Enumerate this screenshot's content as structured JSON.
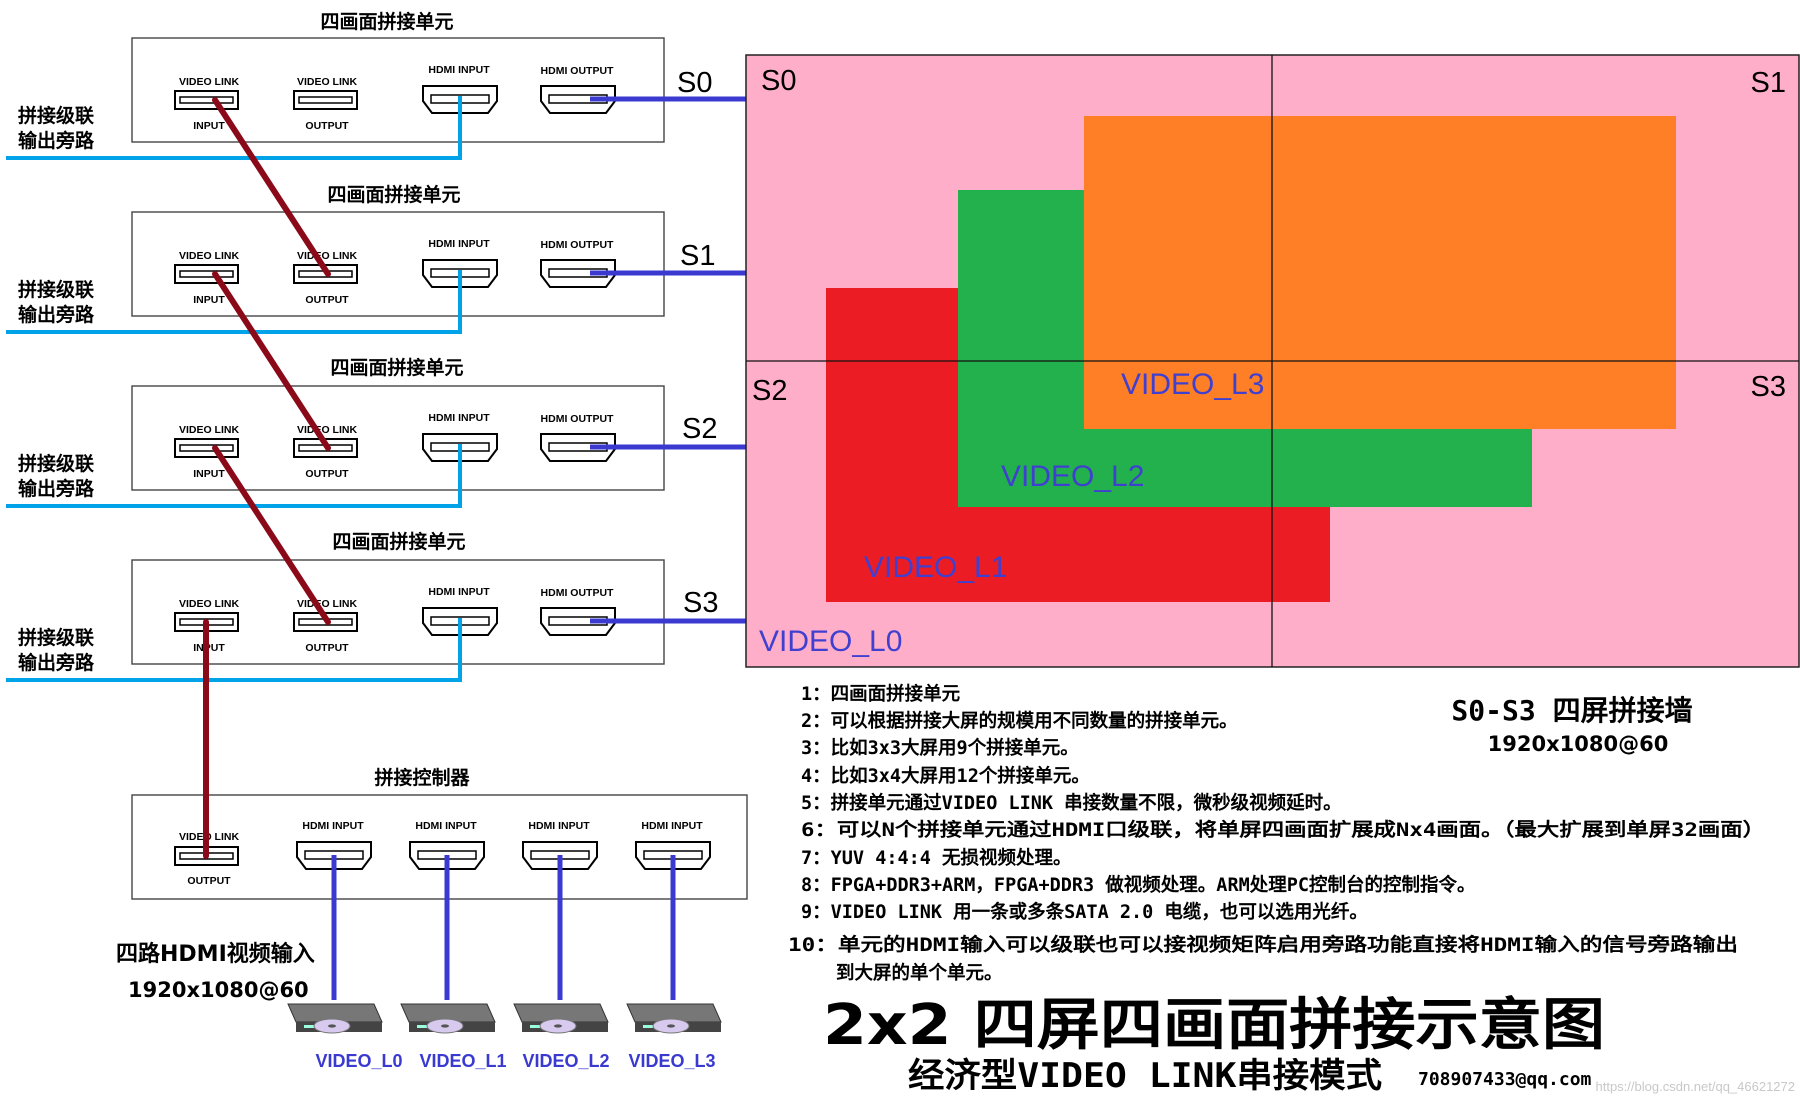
{
  "units": [
    {
      "title": "四画面拼接单元",
      "screen": "S0"
    },
    {
      "title": "四画面拼接单元",
      "screen": "S1"
    },
    {
      "title": "四画面拼接单元",
      "screen": "S2"
    },
    {
      "title": "四画面拼接单元",
      "screen": "S3"
    }
  ],
  "port_labels": {
    "video_link": "VIDEO LINK",
    "input": "INPUT",
    "output": "OUTPUT",
    "hdmi_input": "HDMI INPUT",
    "hdmi_output": "HDMI OUTPUT"
  },
  "bypass_label": [
    "拼接级联",
    "输出旁路"
  ],
  "controller": {
    "title": "拼接控制器"
  },
  "hdmi_inputs_label": {
    "title": "四路HDMI视频输入",
    "resolution": "1920x1080@60"
  },
  "sources": [
    "VIDEO_L0",
    "VIDEO_L1",
    "VIDEO_L2",
    "VIDEO_L3"
  ],
  "wall": {
    "corner_labels": [
      "S0",
      "S1",
      "S2",
      "S3"
    ],
    "windows": [
      {
        "label": "VIDEO_L1",
        "color": "#ec1c24"
      },
      {
        "label": "VIDEO_L2",
        "color": "#22b14c"
      },
      {
        "label": "VIDEO_L3",
        "color": "#ff7f27"
      }
    ],
    "background_label": "VIDEO_L0",
    "background_color": "#ffaec9",
    "title": "S0-S3 四屏拼接墙",
    "resolution": "1920x1080@60"
  },
  "notes": [
    "1：四画面拼接单元",
    "2：可以根据拼接大屏的规模用不同数量的拼接单元。",
    "3：比如3x3大屏用9个拼接单元。",
    "4：比如3x4大屏用12个拼接单元。",
    "5：拼接单元通过VIDEO LINK 串接数量不限，微秒级视频延时。",
    "6：可以N个拼接单元通过HDMI口级联，将单屏四画面扩展成Nx4画面。（最大扩展到单屏32画面）",
    "7：YUV 4:4:4 无损视频处理。",
    "8：FPGA+DDR3+ARM，FPGA+DDR3 做视频处理。ARM处理PC控制台的控制指令。",
    "9：VIDEO LINK 用一条或多条SATA 2.0 电缆，也可以选用光纤。",
    "10：单元的HDMI输入可以级联也可以接视频矩阵启用旁路功能直接将HDMI输入的信号旁路输出",
    "到大屏的单个单元。"
  ],
  "main_title": "2x2 四屏四画面拼接示意图",
  "subtitle": "经济型VIDEO LINK串接模式",
  "email": "708907433@qq.com",
  "watermark": "https://blog.csdn.net/qq_46621272",
  "colors": {
    "video_link_cable": "#8b0a1a",
    "hdmi_output_cable": "#3a3ad0",
    "bypass_cable": "#00a2e8",
    "source_cable": "#3a3ad0"
  }
}
